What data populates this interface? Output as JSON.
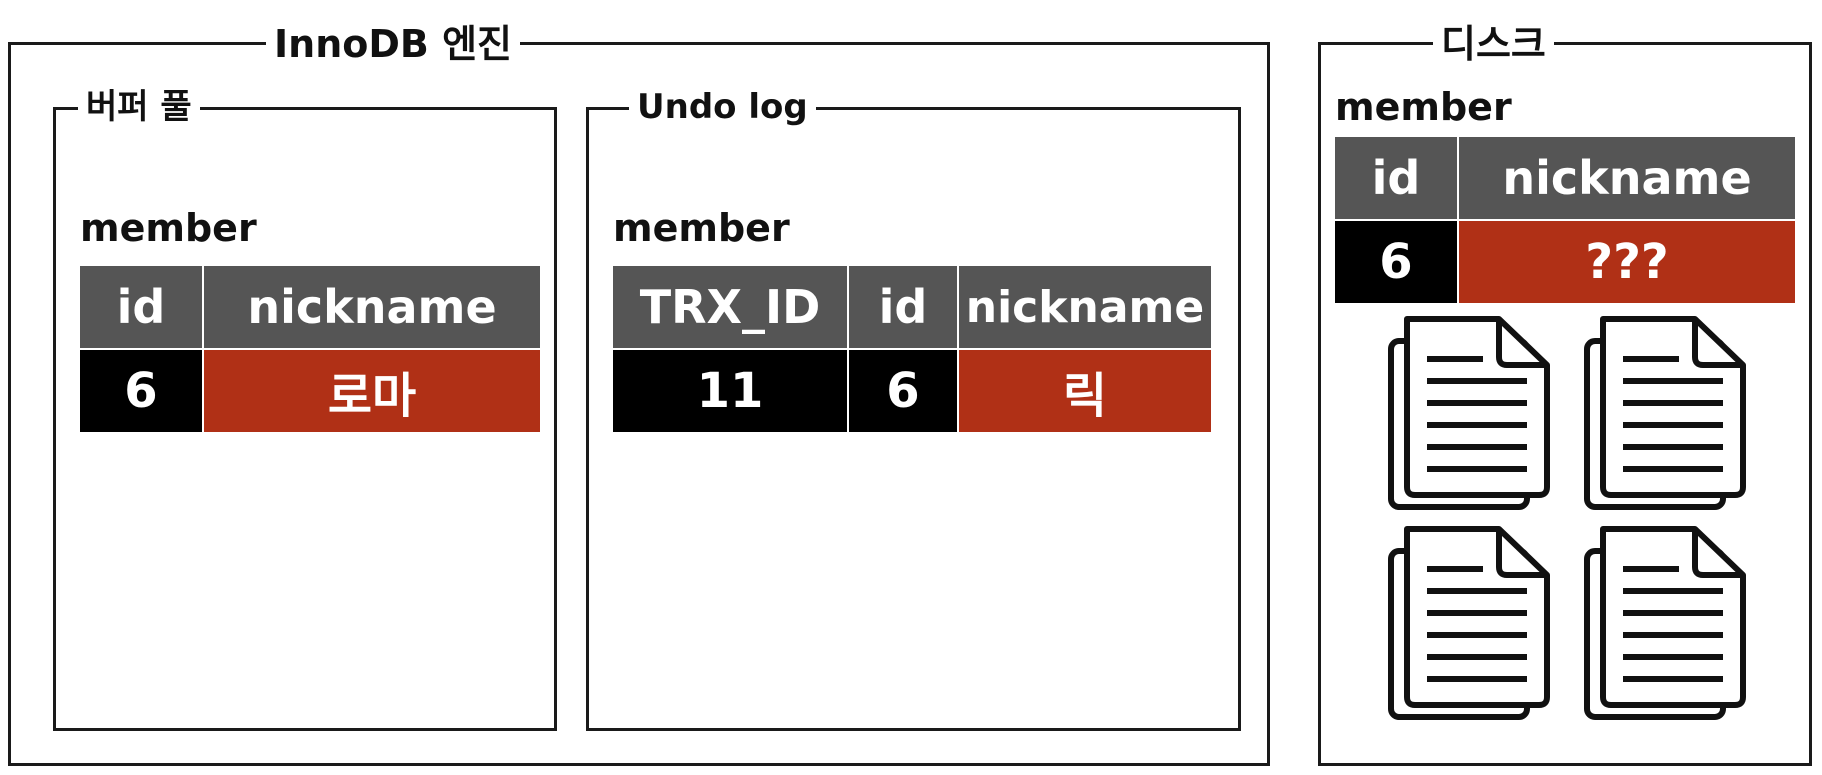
{
  "engine": {
    "title": "InnoDB 엔진",
    "buffer_pool": {
      "title": "버퍼 풀",
      "table_name": "member",
      "headers": [
        "id",
        "nickname"
      ],
      "row": [
        "6",
        "로마"
      ]
    },
    "undo_log": {
      "title": "Undo log",
      "table_name": "member",
      "headers": [
        "TRX_ID",
        "id",
        "nickname"
      ],
      "row": [
        "11",
        "6",
        "릭"
      ]
    }
  },
  "disk": {
    "title": "디스크",
    "table_name": "member",
    "headers": [
      "id",
      "nickname"
    ],
    "row": [
      "6",
      "???"
    ],
    "icon": "document-stack-icon"
  },
  "colors": {
    "header": "#555555",
    "id_cell": "#000000",
    "value_cell": "#b03016",
    "border": "#1a1a1a"
  }
}
